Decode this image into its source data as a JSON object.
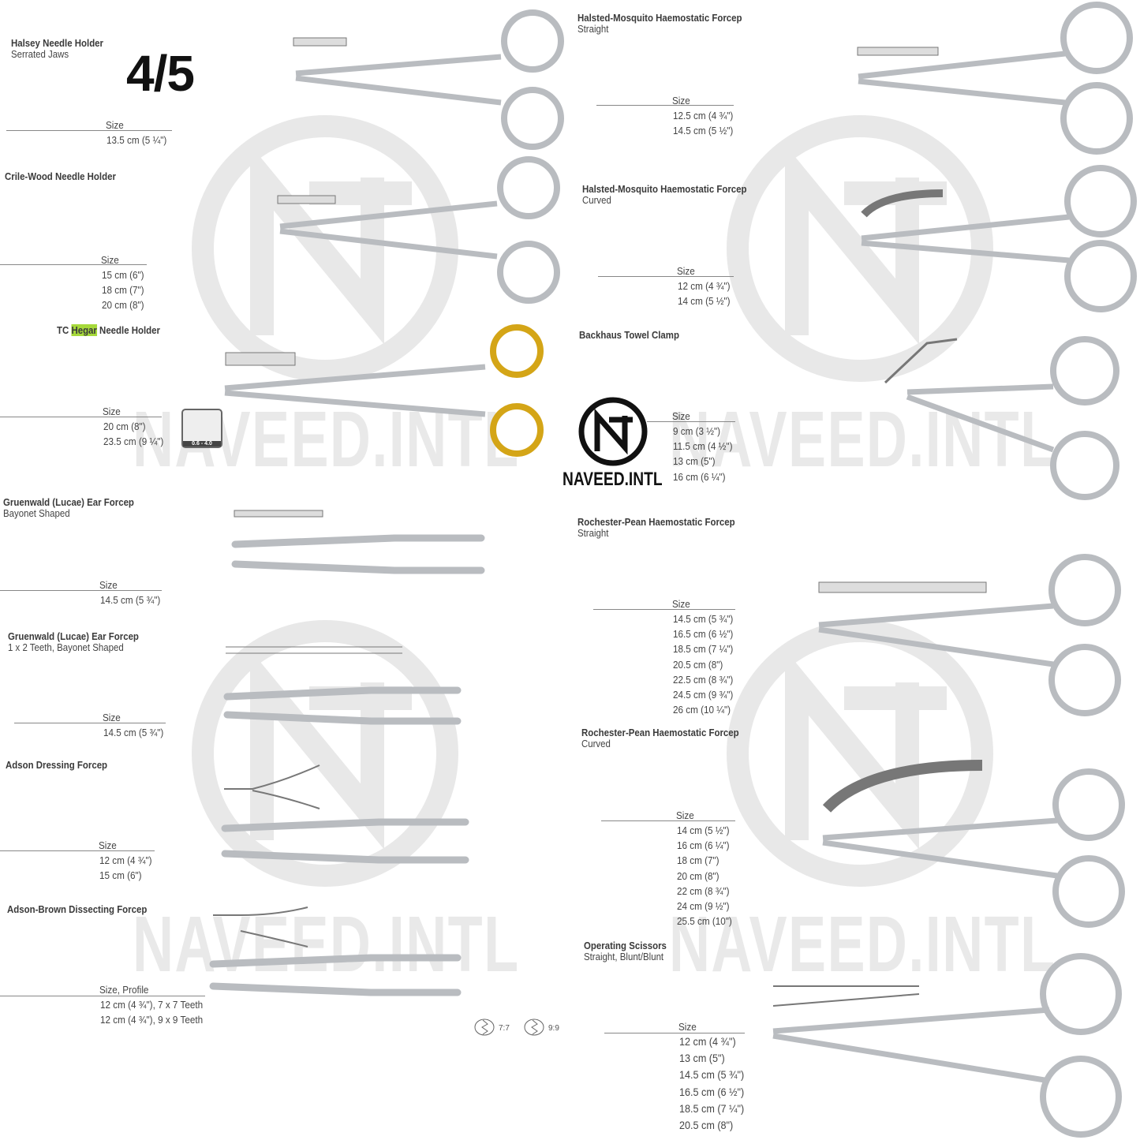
{
  "page_number": "4/5",
  "brand": {
    "name": "NAVEED.INTL",
    "logo_letters": "NT",
    "watermark_text": "NAVEED.INTL"
  },
  "size_label": "Size",
  "products": [
    {
      "title": "Halsey Needle Holder",
      "subtitle": "Serrated Jaws",
      "sizes_label": "Size",
      "sizes": [
        "13.5 cm (5 ¼\")"
      ]
    },
    {
      "title": "Crile-Wood Needle Holder",
      "subtitle": "",
      "sizes_label": "Size",
      "sizes": [
        "15 cm (6\")",
        "18 cm (7\")",
        "20 cm (8\")"
      ]
    },
    {
      "title_prefix": "TC ",
      "title_highlight": "Hegar",
      "title_suffix": " Needle Holder",
      "sizes_label": "Size",
      "sizes": [
        "20 cm (8\")",
        "23.5 cm (9 ¼\")"
      ],
      "badge": "0.6 - 4.0",
      "handle_color": "#d4a517"
    },
    {
      "title": "Gruenwald (Lucae) Ear Forcep",
      "subtitle": "Bayonet Shaped",
      "sizes_label": "Size",
      "sizes": [
        "14.5 cm (5 ¾\")"
      ]
    },
    {
      "title": "Gruenwald (Lucae) Ear Forcep",
      "subtitle": "1 x 2 Teeth, Bayonet Shaped",
      "sizes_label": "Size",
      "sizes": [
        "14.5 cm (5 ¾\")"
      ]
    },
    {
      "title": "Adson Dressing Forcep",
      "subtitle": "",
      "sizes_label": "Size",
      "sizes": [
        "12 cm (4 ¾\")",
        "15 cm (6\")"
      ]
    },
    {
      "title": "Adson-Brown Dissecting Forcep",
      "subtitle": "",
      "sizes_label": "Size, Profile",
      "sizes": [
        "12 cm (4 ¾\"), 7 x 7 Teeth",
        "12 cm (4 ¾\"), 9 x 9 Teeth"
      ],
      "teeth_icons": [
        "7:7",
        "9:9"
      ]
    },
    {
      "title": "Halsted-Mosquito Haemostatic Forcep",
      "subtitle": "Straight",
      "sizes_label": "Size",
      "sizes": [
        "12.5 cm (4 ¾\")",
        "14.5 cm (5 ½\")"
      ]
    },
    {
      "title": "Halsted-Mosquito Haemostatic Forcep",
      "subtitle": "Curved",
      "sizes_label": "Size",
      "sizes": [
        "12 cm (4 ¾\")",
        "14 cm (5 ½\")"
      ]
    },
    {
      "title": "Backhaus Towel Clamp",
      "subtitle": "",
      "sizes_label": "Size",
      "sizes": [
        "9 cm (3 ½\")",
        "11.5 cm (4 ½\")",
        "13 cm (5\")",
        "16 cm (6 ¼\")"
      ]
    },
    {
      "title": "Rochester-Pean Haemostatic Forcep",
      "subtitle": "Straight",
      "sizes_label": "Size",
      "sizes": [
        "14.5 cm (5 ¾\")",
        "16.5 cm (6 ½\")",
        "18.5 cm (7 ¼\")",
        "20.5 cm (8\")",
        "22.5 cm (8 ¾\")",
        "24.5 cm (9 ¾\")",
        "26 cm (10 ¼\")"
      ]
    },
    {
      "title": "Rochester-Pean Haemostatic Forcep",
      "subtitle": "Curved",
      "sizes_label": "Size",
      "sizes": [
        "14 cm (5 ½\")",
        "16 cm (6 ¼\")",
        "18 cm (7\")",
        "20 cm (8\")",
        "22 cm (8 ¾\")",
        "24 cm (9 ½\")",
        "25.5 cm (10\")"
      ]
    },
    {
      "title": "Operating Scissors",
      "subtitle": "Straight, Blunt/Blunt",
      "sizes_label": "Size",
      "sizes": [
        "12 cm (4 ¾\")",
        "13 cm (5\")",
        "14.5 cm (5 ¾\")",
        "16.5 cm (6 ½\")",
        "18.5 cm (7 ¼\")",
        "20.5 cm (8\")"
      ]
    }
  ]
}
